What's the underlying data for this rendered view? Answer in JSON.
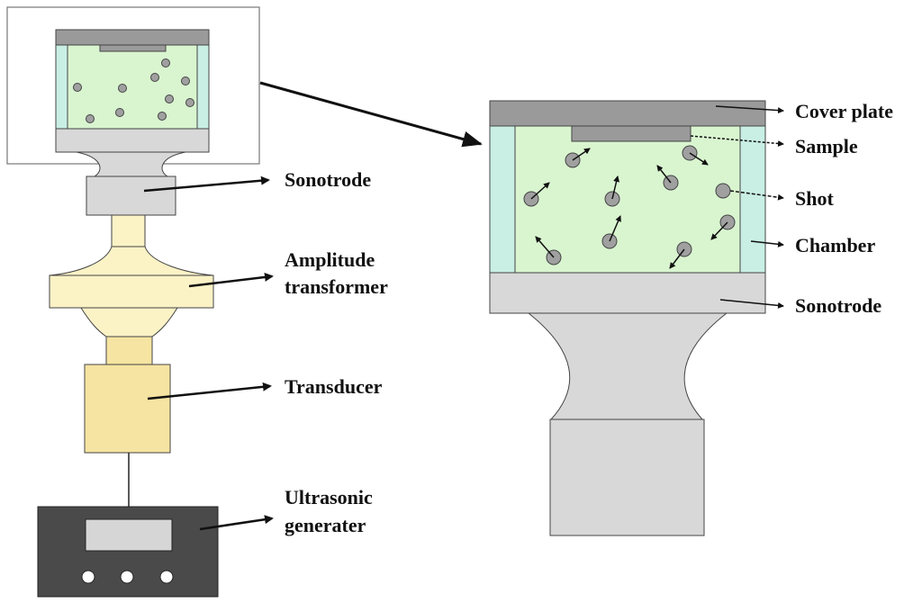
{
  "labels": {
    "left_sonotrode": "Sonotrode",
    "amplitude_line1": "Amplitude",
    "amplitude_line2": "transformer",
    "transducer": "Transducer",
    "generator_line1": "Ultrasonic",
    "generator_line2": "generater",
    "cover_plate": "Cover plate",
    "sample": "Sample",
    "shot": "Shot",
    "chamber": "Chamber",
    "right_sonotrode": "Sonotrode"
  },
  "colors": {
    "cover_plate": "#9a9a9a",
    "chamber_fluid": "#d9f5d0",
    "chamber_wall": "#c9efe4",
    "sonotrode": "#d8d8d8",
    "shot": "#a0a0a0",
    "amplitude_transformer": "#fbf2c6",
    "transducer": "#f6e4a2",
    "generator_body": "#4a4a4a",
    "generator_display": "#d6d6d6"
  }
}
